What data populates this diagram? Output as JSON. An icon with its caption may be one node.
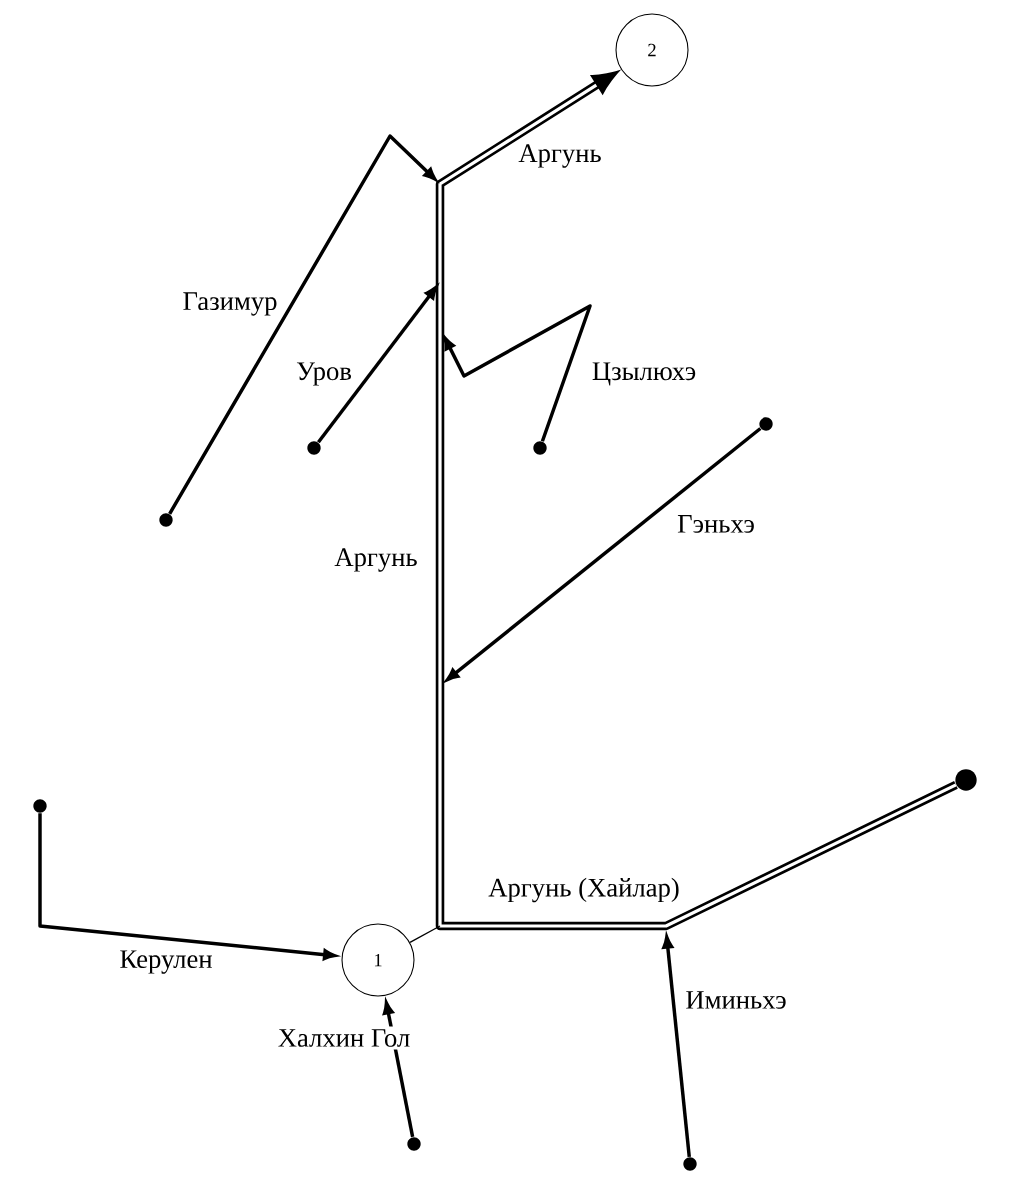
{
  "diagram": {
    "nodes": [
      {
        "text": [
          "2"
        ]
      },
      {
        "text": [],
        "shape": "circle"
      },
      {
        "text": [],
        "shape": "circle"
      },
      {
        "text": [],
        "shape": "circle"
      },
      {
        "text": [],
        "shape": "circle"
      },
      {
        "text": [],
        "shape": "circle"
      },
      {
        "text": [
          "1"
        ]
      },
      {
        "text": [],
        "shape": "circle"
      },
      {
        "text": [],
        "shape": "circle"
      },
      {
        "text": [],
        "shape": "circle"
      }
    ],
    "edges": [
      {
        "from": 7,
        "to": 0,
        "arrow": "to",
        "style": "thick",
        "label": "Аргунь (Хайлар)"
      },
      {
        "from": 6,
        "to": null,
        "arrow": "none"
      },
      {
        "from": 1,
        "to": null,
        "arrow": "to",
        "label": "Газимур"
      },
      {
        "from": 2,
        "to": null,
        "arrow": "to",
        "label": "Уров"
      },
      {
        "from": 3,
        "to": null,
        "arrow": "to",
        "label": "Цзылюхэ"
      },
      {
        "from": 4,
        "to": null,
        "arrow": "to",
        "label": "Гэньхэ"
      },
      {
        "from": 5,
        "to": 6,
        "arrow": "to",
        "label": "Керулен"
      },
      {
        "from": 8,
        "to": 6,
        "arrow": "to",
        "label": "Халхин Гол"
      },
      {
        "from": 9,
        "to": null,
        "arrow": "to",
        "label": "Иминьхэ"
      }
    ],
    "labels": [
      "Аргунь",
      "Аргунь"
    ]
  }
}
